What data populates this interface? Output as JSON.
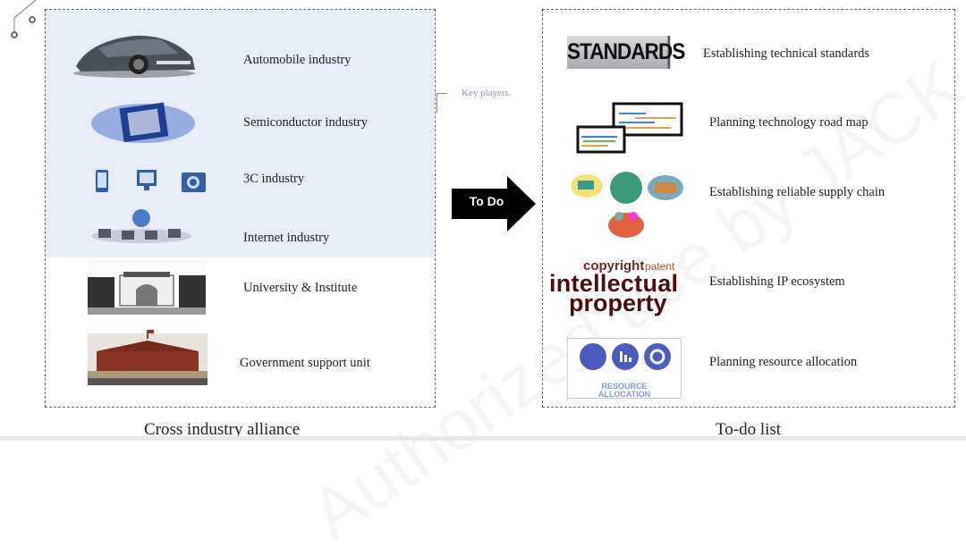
{
  "left_panel": {
    "caption": "Cross industry alliance",
    "items": [
      {
        "label": "Automobile industry",
        "icon": "car-image"
      },
      {
        "label": "Semiconductor industry",
        "icon": "chip-image"
      },
      {
        "label": "3C industry",
        "icon": "devices-icons"
      },
      {
        "label": "Internet industry",
        "icon": "network-image"
      },
      {
        "label": "University & Institute",
        "icon": "university-gate-image"
      },
      {
        "label": "Government support unit",
        "icon": "government-building-image"
      }
    ],
    "annotation": "Key players."
  },
  "arrow": {
    "label": "To Do"
  },
  "right_panel": {
    "caption": "To-do list",
    "items": [
      {
        "label": "Establishing technical standards",
        "image_text": "STANDARDS"
      },
      {
        "label": "Planning technology road map"
      },
      {
        "label": "Establishing  reliable supply chain"
      },
      {
        "label": "Establishing IP ecosystem",
        "image_text_1": "copyright",
        "image_text_2": "patent",
        "image_text_3": "intellectual",
        "image_text_4": "property"
      },
      {
        "label": "Planning  resource allocation",
        "image_text": "RESOURCE ALLOCATION"
      }
    ]
  },
  "watermark": "Authorized use by JACK CHENG",
  "colors": {
    "shade": "#e8ecf6",
    "icon_blue": "#2f5fa8",
    "arrow": "#000000"
  }
}
